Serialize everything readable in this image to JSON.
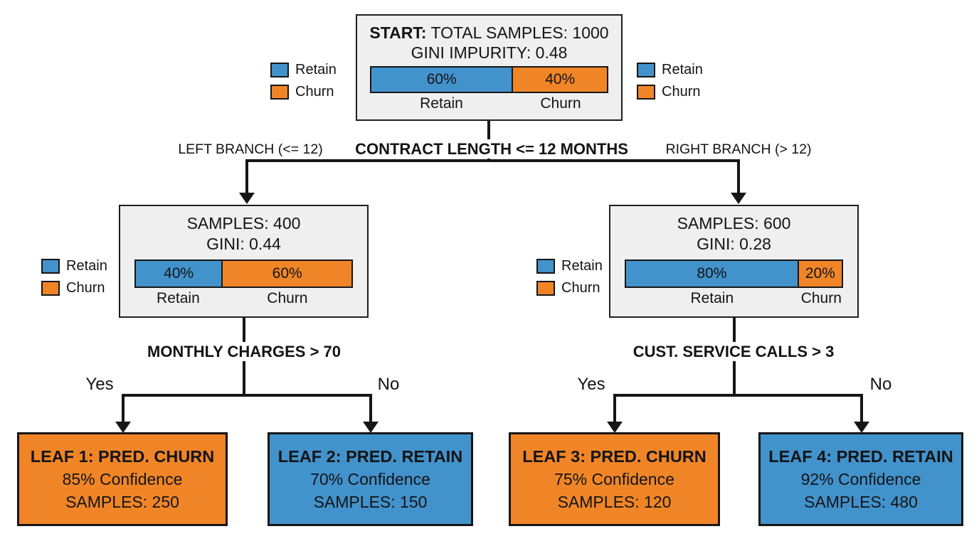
{
  "colors": {
    "retain_blue": "#4292cc",
    "churn_orange": "#f08528",
    "node_bg": "#efefef",
    "line": "#161616",
    "background": "#ffffff"
  },
  "legend": {
    "retain_label": "Retain",
    "churn_label": "Churn"
  },
  "root": {
    "title_prefix": "START:",
    "title_rest": " TOTAL SAMPLES: 1000",
    "gini": "GINI IMPURITY: 0.48",
    "bar": {
      "retain_pct": "60%",
      "churn_pct": "40%",
      "retain_width": 60,
      "churn_width": 40,
      "retain_label": "Retain",
      "churn_label": "Churn"
    }
  },
  "split1": {
    "left_branch_label": "LEFT BRANCH (<= 12)",
    "condition": "CONTRACT LENGTH <= 12 MONTHS",
    "right_branch_label": "RIGHT BRANCH (> 12)"
  },
  "left_node": {
    "samples": "SAMPLES: 400",
    "gini": "GINI: 0.44",
    "bar": {
      "retain_pct": "40%",
      "churn_pct": "60%",
      "retain_width": 40,
      "churn_width": 60,
      "retain_label": "Retain",
      "churn_label": "Churn"
    }
  },
  "right_node": {
    "samples": "SAMPLES: 600",
    "gini": "GINI: 0.28",
    "bar": {
      "retain_pct": "80%",
      "churn_pct": "20%",
      "retain_width": 80,
      "churn_width": 20,
      "retain_label": "Retain",
      "churn_label": "Churn"
    }
  },
  "left_split": {
    "condition": "MONTHLY CHARGES > 70",
    "yes": "Yes",
    "no": "No"
  },
  "right_split": {
    "condition": "CUST. SERVICE CALLS > 3",
    "yes": "Yes",
    "no": "No"
  },
  "leaves": [
    {
      "title": "LEAF 1: PRED. CHURN",
      "confidence": "85% Confidence",
      "samples": "SAMPLES: 250",
      "prediction": "churn"
    },
    {
      "title": "LEAF 2: PRED. RETAIN",
      "confidence": "70% Confidence",
      "samples": "SAMPLES: 150",
      "prediction": "retain"
    },
    {
      "title": "LEAF 3: PRED. CHURN",
      "confidence": "75% Confidence",
      "samples": "SAMPLES: 120",
      "prediction": "churn"
    },
    {
      "title": "LEAF 4: PRED. RETAIN",
      "confidence": "92% Confidence",
      "samples": "SAMPLES: 480",
      "prediction": "retain"
    }
  ]
}
